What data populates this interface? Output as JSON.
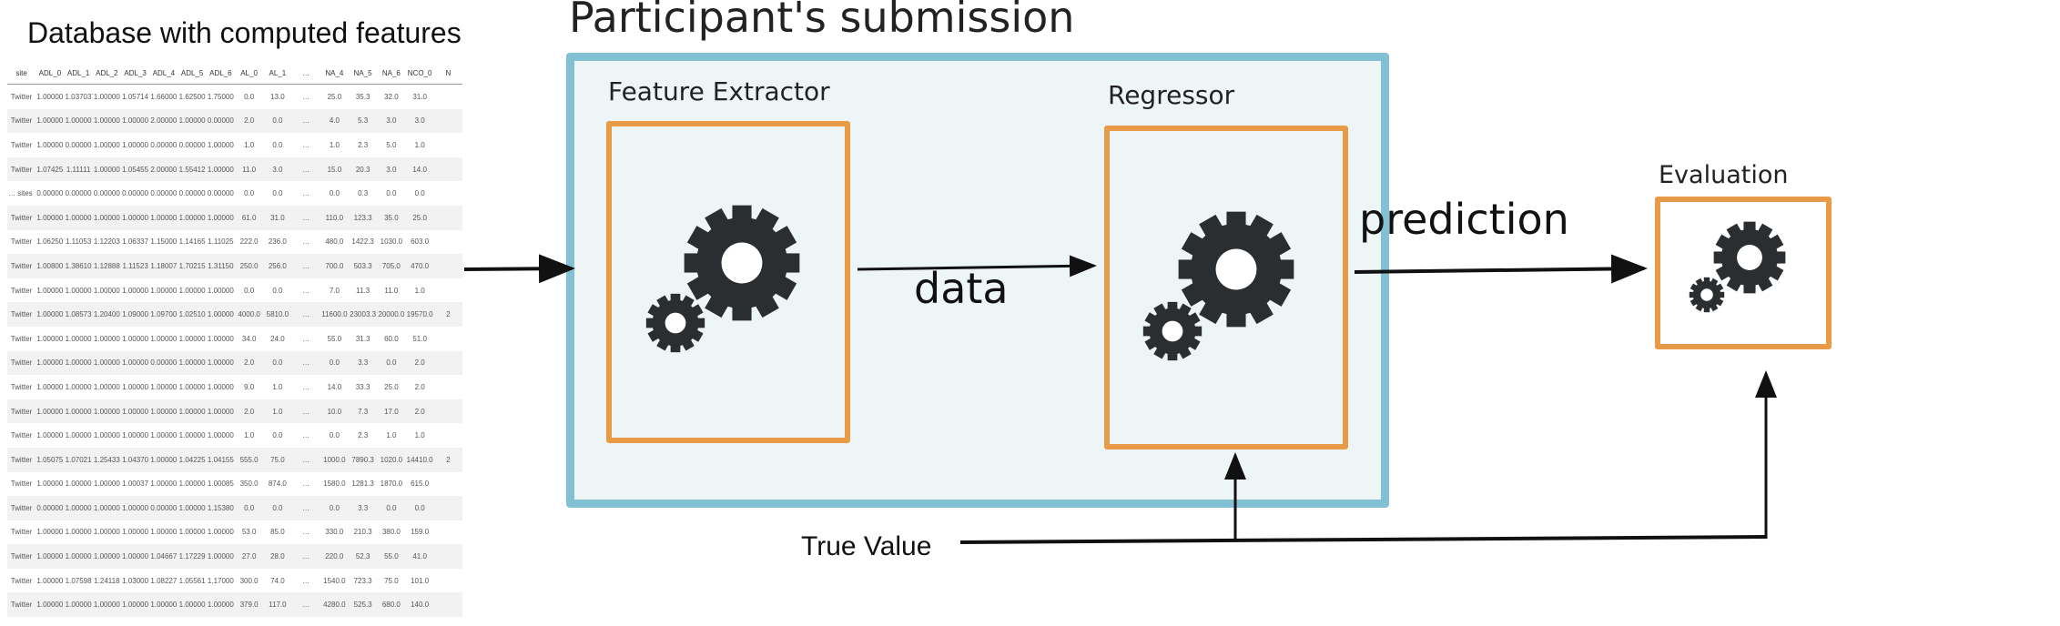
{
  "database": {
    "title": "Database with computed features",
    "columns": [
      "site",
      "ADL_0",
      "ADL_1",
      "ADL_2",
      "ADL_3",
      "ADL_4",
      "ADL_5",
      "ADL_6",
      "AL_0",
      "AL_1",
      "…",
      "NA_4",
      "NA_5",
      "NA_6",
      "NCO_0",
      "N"
    ],
    "rows": [
      [
        "Twitter",
        "1.00000",
        "1.037037",
        "1.00000",
        "1.05714",
        "1.66000",
        "1.62500",
        "1.75000",
        "0.0",
        "13.0",
        "…",
        "25.0",
        "35.3",
        "32.0",
        "31.0",
        ""
      ],
      [
        "Twitter",
        "1.00000",
        "1.00000",
        "1.00000",
        "1.00000",
        "2.00000",
        "1.00000",
        "0.00000",
        "2.0",
        "0.0",
        "…",
        "4.0",
        "5.3",
        "3.0",
        "3.0",
        ""
      ],
      [
        "Twitter",
        "1.00000",
        "0.00000",
        "1.00000",
        "1.00000",
        "0.00000",
        "0.00000",
        "1.00000",
        "1.0",
        "0.0",
        "…",
        "1.0",
        "2.3",
        "5.0",
        "1.0",
        ""
      ],
      [
        "Twitter",
        "1.07425",
        "1.11111",
        "1.00000",
        "1.05455",
        "2.00000",
        "1.55412",
        "1.00000",
        "11.0",
        "3.0",
        "…",
        "15.0",
        "20.3",
        "3.0",
        "14.0",
        ""
      ],
      [
        "… sites",
        "0.00000",
        "0.00000",
        "0.00000",
        "0.00000",
        "0.00000",
        "0.00000",
        "0.00000",
        "0.0",
        "0.0",
        "…",
        "0.0",
        "0.3",
        "0.0",
        "0.0",
        ""
      ],
      [
        "Twitter",
        "1.00000",
        "1.00000",
        "1.00000",
        "1.00000",
        "1.00000",
        "1.00000",
        "1.00000",
        "61.0",
        "31.0",
        "…",
        "110.0",
        "123.3",
        "35.0",
        "25.0",
        ""
      ],
      [
        "Twitter",
        "1.06250",
        "1.11053",
        "1.12203",
        "1.06337",
        "1.15000",
        "1.14165",
        "1.11025",
        "222.0",
        "236.0",
        "…",
        "480.0",
        "1422.3",
        "1030.0",
        "603.0",
        ""
      ],
      [
        "Twitter",
        "1.00800",
        "1.38610",
        "1.12888",
        "1.11523",
        "1.18007",
        "1.70215",
        "1.31150",
        "250.0",
        "256.0",
        "…",
        "700.0",
        "503.3",
        "705.0",
        "470.0",
        ""
      ],
      [
        "Twitter",
        "1.00000",
        "1.00000",
        "1.00000",
        "1.00000",
        "1.00000",
        "1.00000",
        "1.00000",
        "0.0",
        "0.0",
        "…",
        "7.0",
        "11.3",
        "11.0",
        "1.0",
        ""
      ],
      [
        "Twitter",
        "1.00000",
        "1.08573",
        "1.20400",
        "1.09000",
        "1.09700",
        "1.02510",
        "1.00000",
        "4000.0",
        "5810.0",
        "…",
        "11600.0",
        "23003.3",
        "20000.0",
        "19570.0",
        "2"
      ],
      [
        "Twitter",
        "1.00000",
        "1.00000",
        "1.00000",
        "1.00000",
        "1.00000",
        "1.00000",
        "1.00000",
        "34.0",
        "24.0",
        "…",
        "55.0",
        "31.3",
        "60.0",
        "51.0",
        ""
      ],
      [
        "Twitter",
        "1.00000",
        "1.00000",
        "1.00000",
        "1.00000",
        "0.00000",
        "1.00000",
        "1.00000",
        "2.0",
        "0.0",
        "…",
        "0.0",
        "3.3",
        "0.0",
        "2.0",
        ""
      ],
      [
        "Twitter",
        "1.00000",
        "1.00000",
        "1.00000",
        "1.00000",
        "1.00000",
        "1.00000",
        "1.00000",
        "9.0",
        "1.0",
        "…",
        "14.0",
        "33.3",
        "25.0",
        "2.0",
        ""
      ],
      [
        "Twitter",
        "1.00000",
        "1.00000",
        "1.00000",
        "1.00000",
        "1.00000",
        "1.00000",
        "1.00000",
        "2.0",
        "1.0",
        "…",
        "10.0",
        "7.3",
        "17.0",
        "2.0",
        ""
      ],
      [
        "Twitter",
        "1.00000",
        "1.00000",
        "1.00000",
        "1.00000",
        "1.00000",
        "1.00000",
        "1.00000",
        "1.0",
        "0.0",
        "…",
        "0.0",
        "2.3",
        "1.0",
        "1.0",
        ""
      ],
      [
        "Twitter",
        "1.05075",
        "1.07021",
        "1.25433",
        "1.04370",
        "1.00000",
        "1.04225",
        "1.04155",
        "555.0",
        "75.0",
        "…",
        "1000.0",
        "7890.3",
        "1020.0",
        "14410.0",
        "2"
      ],
      [
        "Twitter",
        "1.00000",
        "1.00000",
        "1.00000",
        "1.00037",
        "1.00000",
        "1.00000",
        "1.00085",
        "350.0",
        "874.0",
        "…",
        "1580.0",
        "1281.3",
        "1870.0",
        "615.0",
        ""
      ],
      [
        "Twitter",
        "0.00000",
        "1.00000",
        "1.00000",
        "1.00000",
        "0.00000",
        "1.00000",
        "1.15380",
        "0.0",
        "0.0",
        "…",
        "0.0",
        "3.3",
        "0.0",
        "0.0",
        ""
      ],
      [
        "Twitter",
        "1.00000",
        "1.00000",
        "1.00000",
        "1.00000",
        "1.00000",
        "1.00000",
        "1.00000",
        "53.0",
        "85.0",
        "…",
        "330.0",
        "210.3",
        "380.0",
        "159.0",
        ""
      ],
      [
        "Twitter",
        "1.00000",
        "1.00000",
        "1.00000",
        "1.00000",
        "1.04667",
        "1.17229",
        "1.00000",
        "27.0",
        "28.0",
        "…",
        "220.0",
        "52.3",
        "55.0",
        "41.0",
        ""
      ],
      [
        "Twitter",
        "1.00000",
        "1.07598",
        "1.24118",
        "1.03000",
        "1.08227",
        "1.05561",
        "1.17000",
        "300.0",
        "74.0",
        "…",
        "1540.0",
        "723.3",
        "75.0",
        "101.0",
        ""
      ],
      [
        "Twitter",
        "1.00000",
        "1.00000",
        "1.00000",
        "1.00000",
        "1.00000",
        "1.00000",
        "1.00000",
        "379.0",
        "117.0",
        "…",
        "4280.0",
        "525.3",
        "680.0",
        "140.0",
        ""
      ]
    ]
  },
  "submission": {
    "title": "Participant's submission"
  },
  "feature_extractor": {
    "label": "Feature Extractor",
    "icon": "gears-icon"
  },
  "regressor": {
    "label": "Regressor",
    "icon": "gears-icon"
  },
  "evaluation": {
    "label": "Evaluation",
    "icon": "gears-icon"
  },
  "edges": {
    "data": "data",
    "prediction": "prediction",
    "true_value": "True Value"
  },
  "colors": {
    "submission_border": "#82c0d4",
    "submission_fill": "#eef5f7",
    "module_border": "#e99a46",
    "gear": "#2b2e31",
    "arrow": "#111111"
  }
}
